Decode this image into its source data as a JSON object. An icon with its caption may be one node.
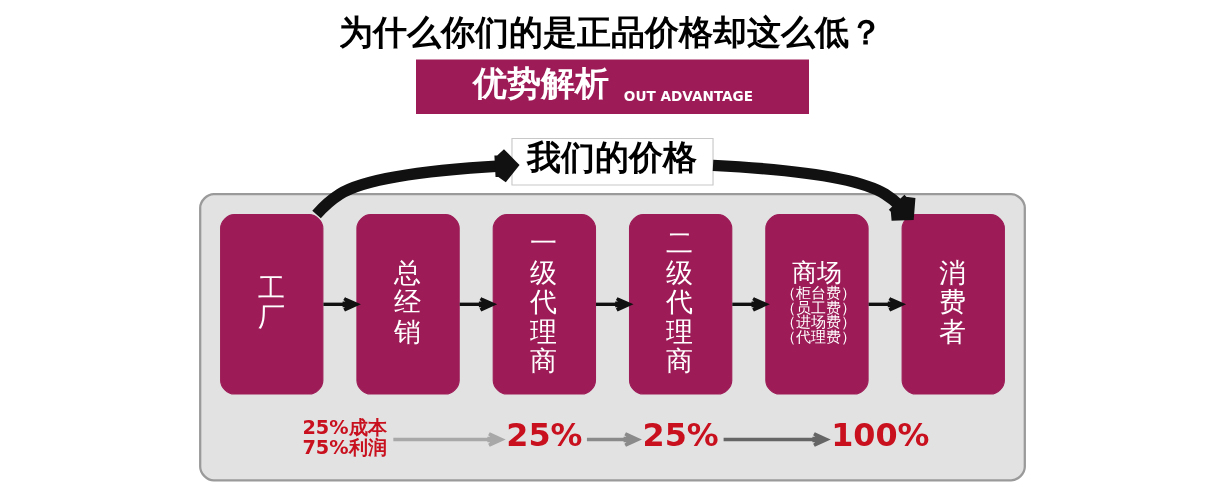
{
  "diagram": {
    "title": "为什么你们的是正品价格却这么低？",
    "nodes": [
      {
        "text": [
          "优势解析",
          "OUT ADVANTAGE"
        ]
      },
      {
        "text": [
          "我们的价格"
        ]
      },
      {
        "text": [],
        "shape": "box"
      },
      {
        "text": [
          "工厂"
        ],
        "in": 2
      },
      {
        "text": [
          "总经销"
        ],
        "in": 2
      },
      {
        "text": [
          "一级代理商"
        ],
        "in": 2
      },
      {
        "text": [
          "二级代理商"
        ],
        "in": 2
      },
      {
        "text": [
          "商场",
          "（柜台费）",
          "（员工费）",
          "（进场费）",
          "（代理费）"
        ],
        "in": 2
      },
      {
        "text": [
          "消费者"
        ],
        "in": 2
      },
      {
        "text": [
          "25%成本",
          "75%利润"
        ],
        "in": 2
      },
      {
        "text": [
          "25%"
        ],
        "in": 2
      },
      {
        "text": [
          "25%"
        ],
        "in": 2
      },
      {
        "text": [
          "100%"
        ],
        "in": 2
      }
    ],
    "edges": [
      {
        "from": 3,
        "to": 1,
        "arrow": "to",
        "style": "thick"
      },
      {
        "from": 1,
        "to": 8,
        "arrow": "to",
        "style": "thick"
      },
      {
        "from": 3,
        "to": 4,
        "arrow": "to"
      },
      {
        "from": 4,
        "to": 5,
        "arrow": "to"
      },
      {
        "from": 5,
        "to": 6,
        "arrow": "to"
      },
      {
        "from": 6,
        "to": 7,
        "arrow": "to"
      },
      {
        "from": 7,
        "to": 8,
        "arrow": "to"
      },
      {
        "from": 9,
        "to": 10,
        "arrow": "to",
        "color": "#a8a8a8"
      },
      {
        "from": 10,
        "to": 11,
        "arrow": "to",
        "color": "#8a8a8a"
      },
      {
        "from": 11,
        "to": 12,
        "arrow": "to",
        "color": "#656565"
      }
    ]
  }
}
